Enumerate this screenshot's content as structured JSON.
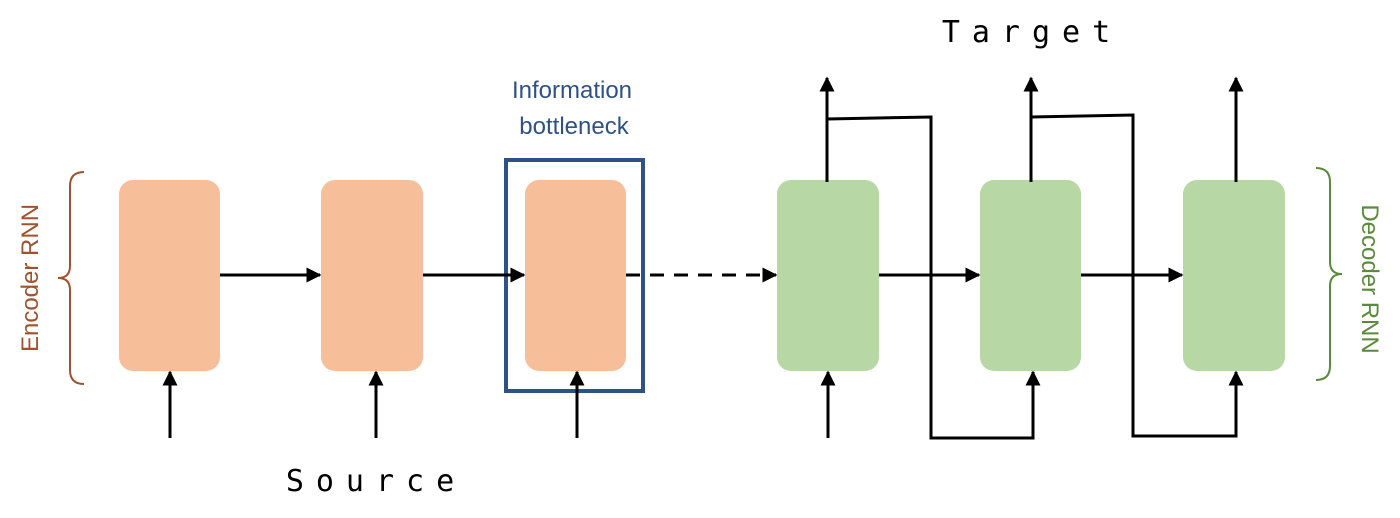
{
  "labels": {
    "target": "Target",
    "source": "Source",
    "bottleneck_line1": "Information",
    "bottleneck_line2": "bottleneck",
    "encoder": "Encoder RNN",
    "decoder": "Decoder RNN"
  },
  "colors": {
    "encoder_fill": "#f7bf99",
    "decoder_fill": "#b7d8a4",
    "bottleneck_box": "#2f5286",
    "encoder_label": "#a0522d",
    "decoder_label": "#5a8a3c",
    "bottleneck_label": "#2f5286",
    "arrow": "#000000"
  },
  "nodes": {
    "encoder": [
      {
        "name": "encoder-cell-1"
      },
      {
        "name": "encoder-cell-2"
      },
      {
        "name": "encoder-cell-3"
      }
    ],
    "decoder": [
      {
        "name": "decoder-cell-1"
      },
      {
        "name": "decoder-cell-2"
      },
      {
        "name": "decoder-cell-3"
      }
    ]
  }
}
